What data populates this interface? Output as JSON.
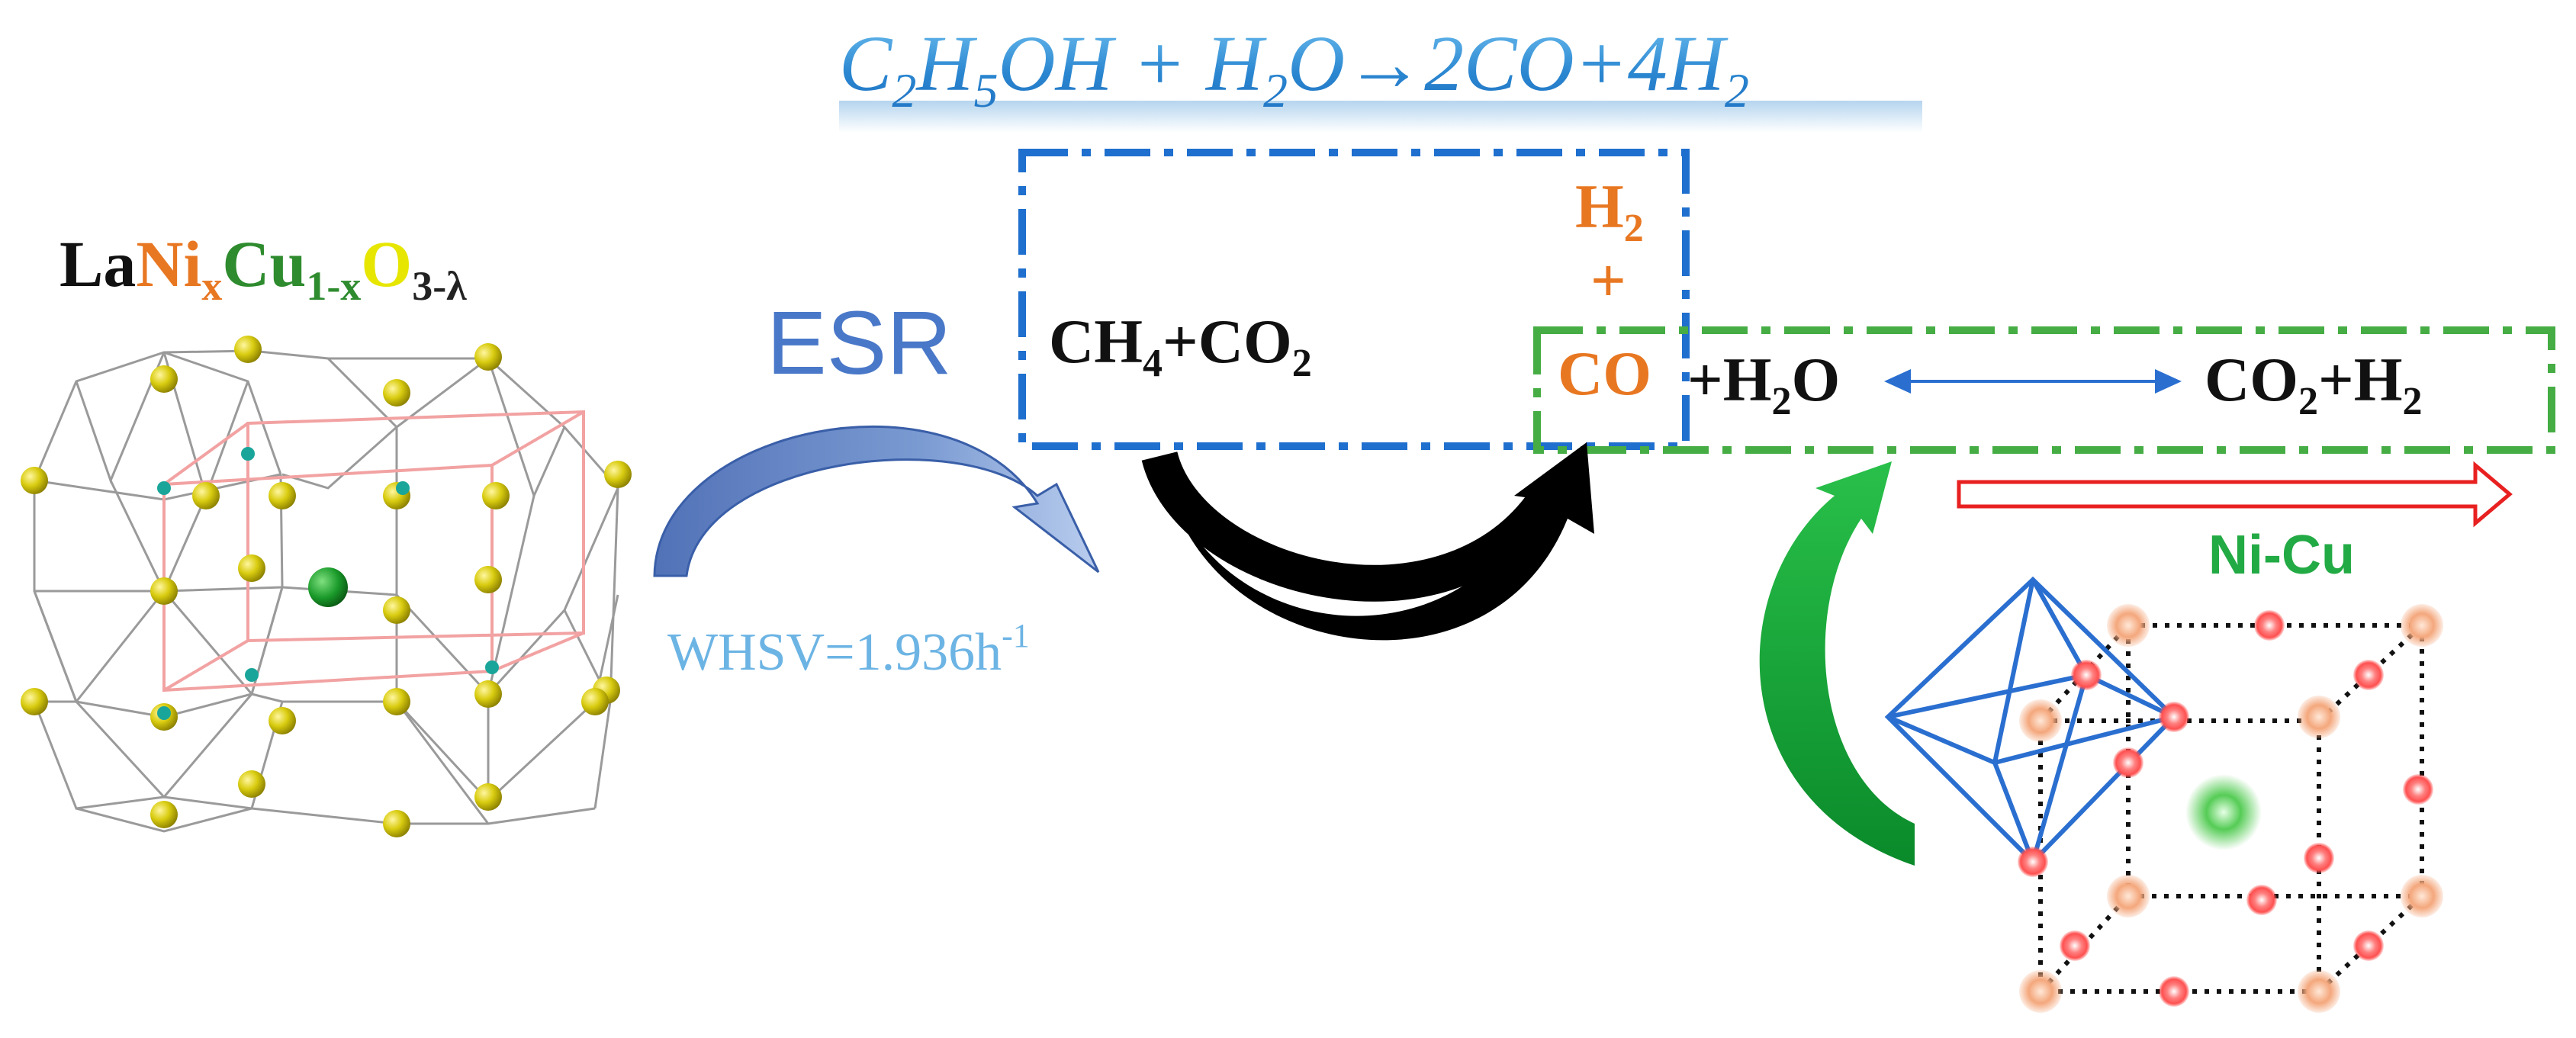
{
  "equation": {
    "c": "C",
    "c_sub": "2",
    "h": "H",
    "h_sub": "5",
    "oh": "OH + H",
    "h2_sub": "2",
    "o_arrow": "O",
    "arrow": "→",
    "products_a": "2CO+4H",
    "products_sub": "2"
  },
  "perovskite_formula": {
    "la": "La",
    "ni": "Ni",
    "ni_sub": "x",
    "cu": "Cu",
    "cu_sub": "1-x",
    "o": "O",
    "o_sub": "3-λ"
  },
  "esr_label": "ESR",
  "whsv": {
    "text": "WHSV=1.936h",
    "sup": "-1"
  },
  "methane_box": {
    "ch": "CH",
    "ch_sub": "4",
    "co": "+CO",
    "co_sub": "2"
  },
  "syngas": {
    "h": "H",
    "h_sub": "2",
    "plus": "+",
    "co": "CO"
  },
  "wgs": {
    "left_h": "+H",
    "left_sub": "2",
    "left_o": "O",
    "right_co": "CO",
    "right_co_sub": "2",
    "right_h": "+H",
    "right_h_sub": "2"
  },
  "catalyst_label": "Ni-Cu",
  "colors": {
    "equation_blue": "#2f8fd6",
    "box_blue": "#1f6fce",
    "box_green": "#46ad45",
    "orange": "#e87722",
    "green_text": "#2e8b2e",
    "yellow": "#e6e600",
    "red_arrow": "#e82020",
    "catalyst_green": "#22bb44"
  }
}
